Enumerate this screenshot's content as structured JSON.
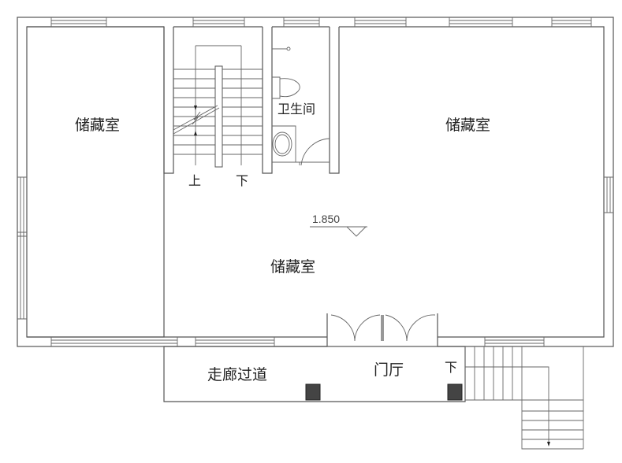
{
  "rooms": {
    "storage_left": "储藏室",
    "storage_right": "储藏室",
    "storage_center": "储藏室",
    "bathroom": "卫生间",
    "corridor": "走廊过道",
    "foyer": "门厅"
  },
  "stair_labels": {
    "up": "上",
    "down": "下",
    "entry_down": "下"
  },
  "elevation": "1.850",
  "colors": {
    "line": "#555555",
    "pillar": "#444444"
  }
}
